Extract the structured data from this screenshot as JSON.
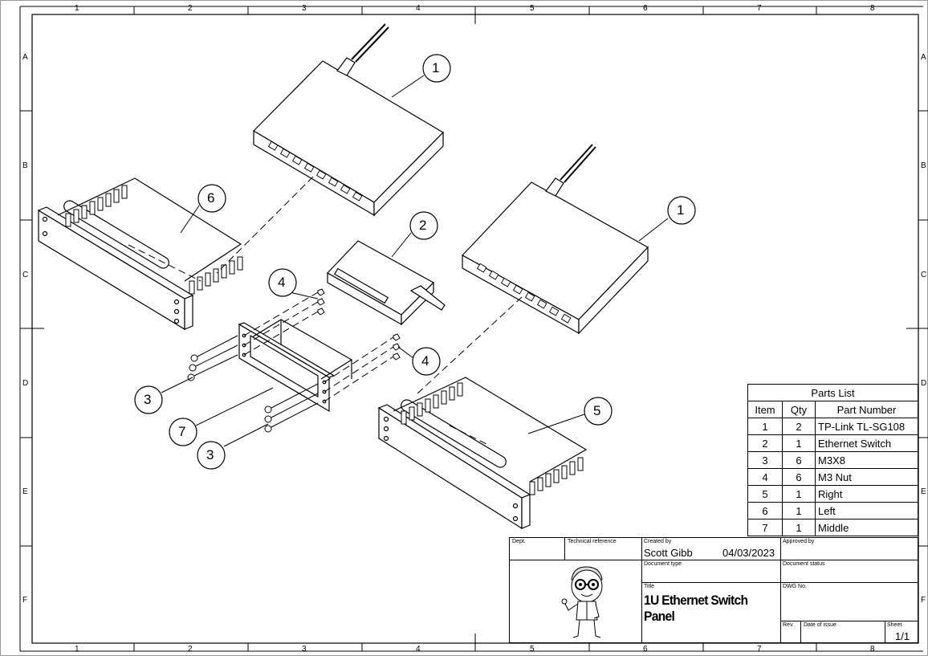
{
  "zones": {
    "columns": [
      "1",
      "2",
      "3",
      "4",
      "5",
      "6",
      "7",
      "8"
    ],
    "rows": [
      "A",
      "B",
      "C",
      "D",
      "E",
      "F"
    ]
  },
  "balloons": [
    "1",
    "1",
    "2",
    "3",
    "3",
    "4",
    "4",
    "5",
    "6",
    "7"
  ],
  "parts_list": {
    "title": "Parts List",
    "headers": [
      "Item",
      "Qty",
      "Part Number"
    ],
    "rows": [
      [
        "1",
        "2",
        "TP-Link TL-SG108"
      ],
      [
        "2",
        "1",
        "Ethernet Switch"
      ],
      [
        "3",
        "6",
        "M3X8"
      ],
      [
        "4",
        "6",
        "M3 Nut"
      ],
      [
        "5",
        "1",
        "Right"
      ],
      [
        "6",
        "1",
        "Left"
      ],
      [
        "7",
        "1",
        "Middle"
      ]
    ]
  },
  "title_block": {
    "dept_label": "Dept.",
    "tech_ref_label": "Technical reference",
    "created_by_label": "Created by",
    "created_by": "Scott Gibb",
    "date": "04/03/2023",
    "approved_by_label": "Approved by",
    "doc_type_label": "Document type",
    "doc_status_label": "Document status",
    "title_label": "Title",
    "title": "1U Ethernet Switch Panel",
    "dwg_no_label": "DWG No.",
    "rev_label": "Rev.",
    "date_of_issue_label": "Date of issue",
    "sheet_label": "Sheet",
    "sheet": "1/1"
  }
}
